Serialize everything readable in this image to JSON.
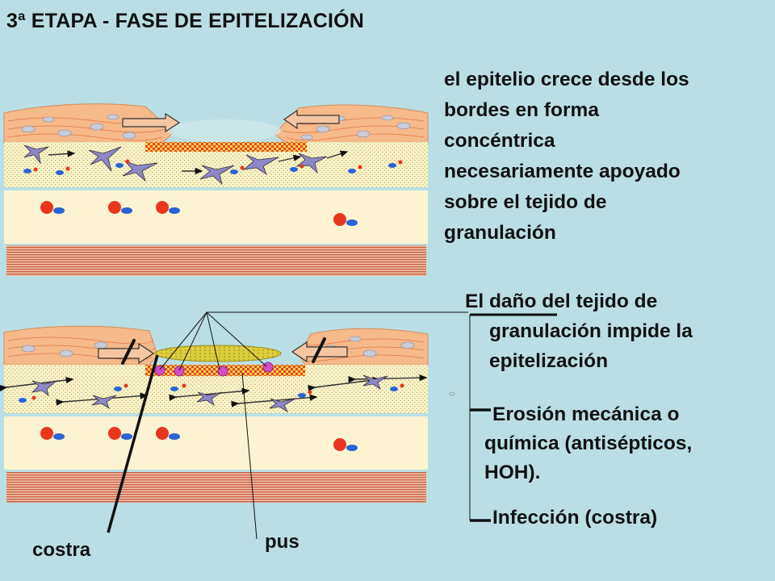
{
  "title": "3ª ETAPA  -  FASE DE EPITELIZACIÓN",
  "description": {
    "lines": [
      "el epitelio crece desde los",
      "bordes en forma",
      "concéntrica",
      "necesariamente apoyado",
      "sobre el tejido de",
      "granulación"
    ]
  },
  "damage": {
    "lines": [
      "El daño del tejido de",
      "granulación impide la",
      "epitelización"
    ]
  },
  "causes": {
    "erosion_lines": [
      "Erosión mecánica o",
      "química (antisépticos,",
      "HOH)."
    ],
    "infection": "Infección (costra)"
  },
  "labels": {
    "costra": "costra",
    "pus": "pus"
  },
  "colors": {
    "background": "#b9dfe4",
    "epidermis": "#f6b98a",
    "granulation": "#f8f4c8",
    "dermis": "#fbf3d2",
    "muscle": "#c8614e",
    "scab": "#d7c93a",
    "red_cell": "#e8361e",
    "blue_cell": "#2a63d6",
    "fibroblast": "#8d87c8"
  }
}
